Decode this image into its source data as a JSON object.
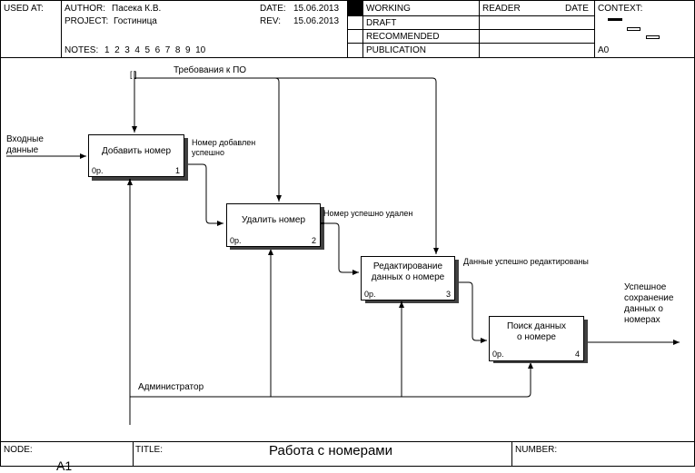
{
  "header": {
    "used_at_label": "USED AT:",
    "author_label": "AUTHOR:",
    "author_value": "Пасека К.В.",
    "project_label": "PROJECT:",
    "project_value": "Гостиница",
    "date_label": "DATE:",
    "date_value": "15.06.2013",
    "rev_label": "REV:",
    "rev_value": "15.06.2013",
    "notes_label": "NOTES:",
    "notes_numbers": "1  2  3  4  5  6  7  8  9  10",
    "status": [
      "WORKING",
      "DRAFT",
      "RECOMMENDED",
      "PUBLICATION"
    ],
    "reader_label": "READER",
    "date2_label": "DATE",
    "context_label": "CONTEXT:",
    "context_node": "A0"
  },
  "diagram": {
    "tunnel_marker": "[ ]",
    "control_label": "Требования к ПО",
    "input_label": "Входные\nданные",
    "mechanism_label": "Администратор",
    "boxes": [
      {
        "name": "Добавить номер",
        "cost": "0р.",
        "num": "1"
      },
      {
        "name": "Удалить номер",
        "cost": "0р.",
        "num": "2"
      },
      {
        "name": "Редактирование\nданных о номере",
        "cost": "0р.",
        "num": "3"
      },
      {
        "name": "Поиск данных\nо номере",
        "cost": "0р.",
        "num": "4"
      }
    ],
    "arrow_labels": [
      "Номер добавлен\nуспешно",
      "Номер успешно удален",
      "Данные успешно редактированы"
    ],
    "output_label": "Успешное\nсохранение\nданных о\nномерах"
  },
  "footer": {
    "node_label": "NODE:",
    "node_value": "A1",
    "title_label": "TITLE:",
    "title_value": "Работа с номерами",
    "number_label": "NUMBER:"
  }
}
